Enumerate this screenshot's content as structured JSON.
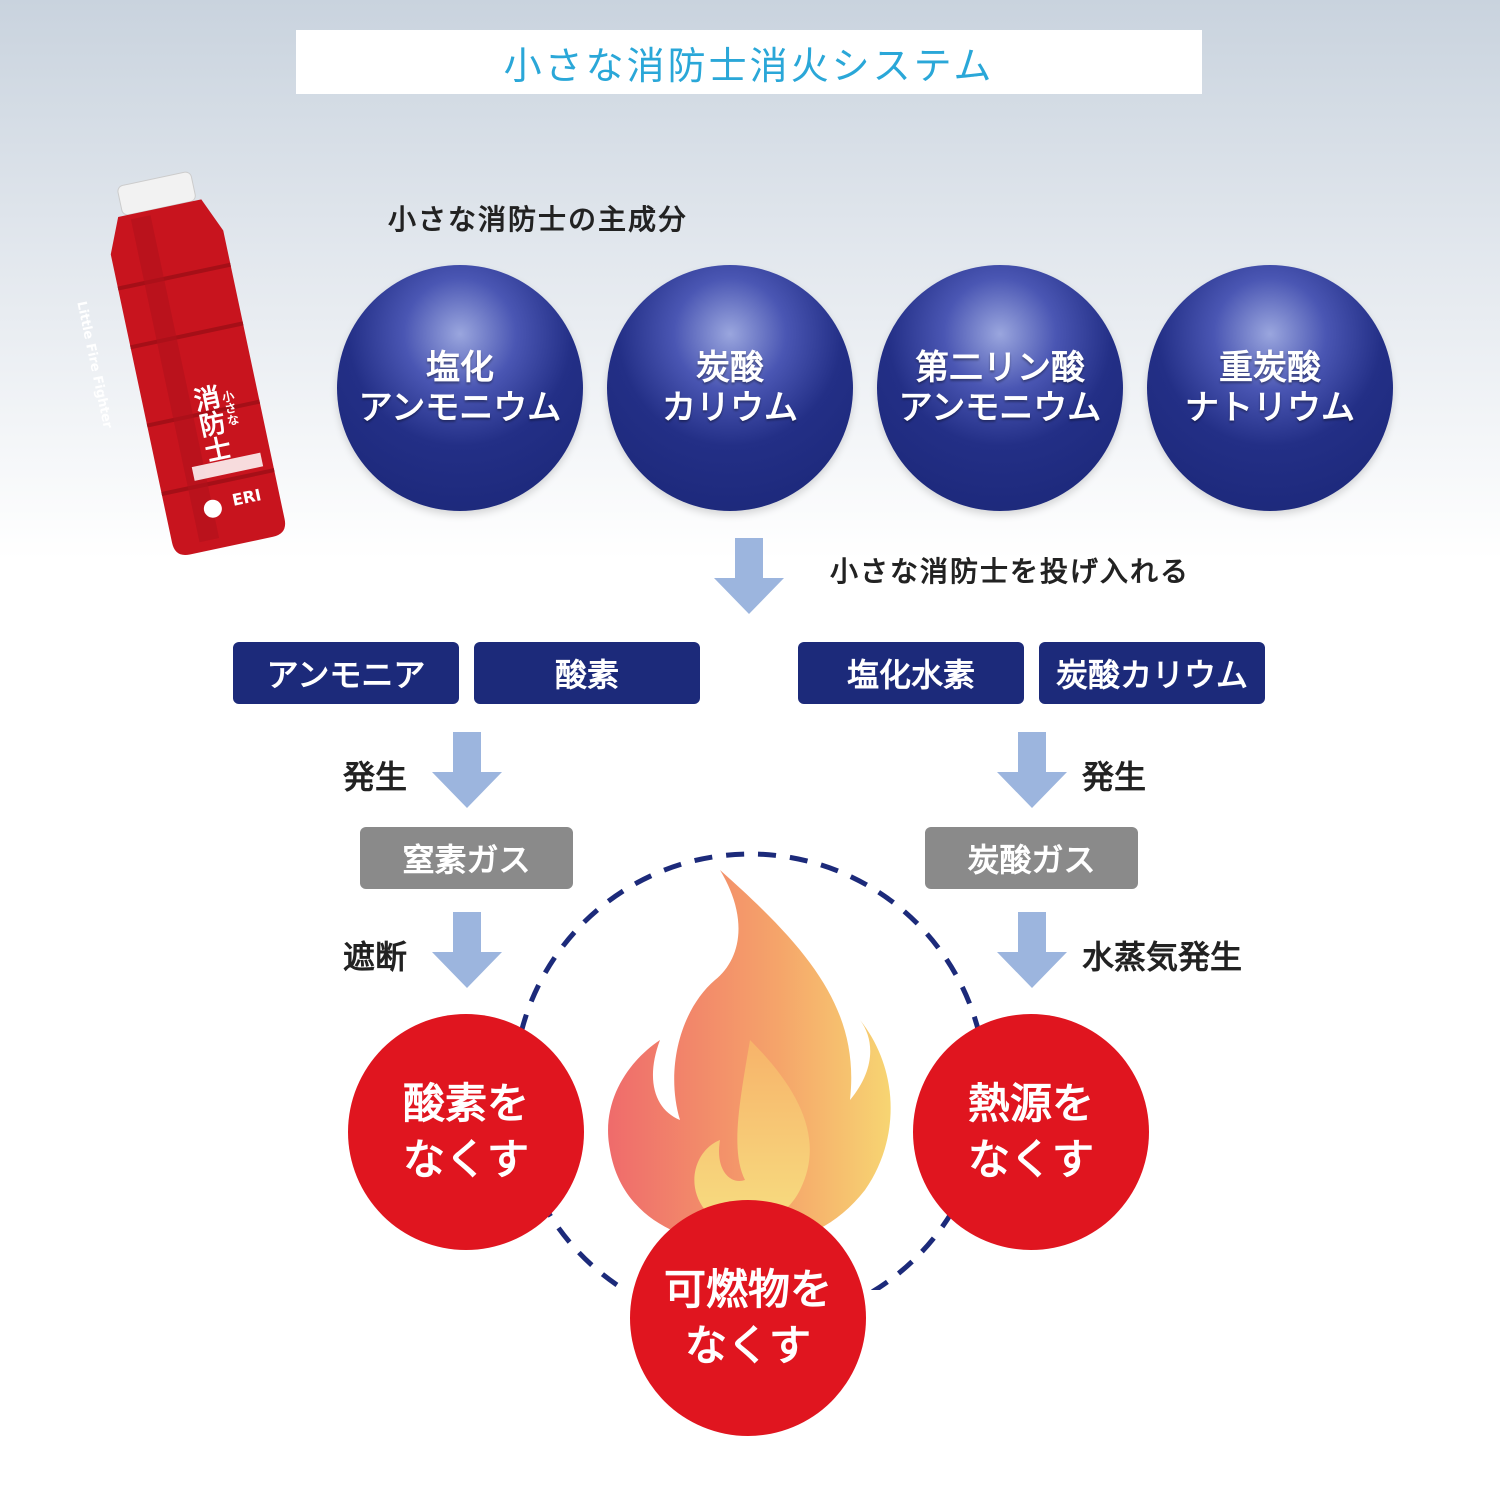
{
  "title": "小さな消防士消火システム",
  "ingredients_heading": "小さな消防士の主成分",
  "ingredients": [
    {
      "line1": "塩化",
      "line2": "アンモニウム"
    },
    {
      "line1": "炭酸",
      "line2": "カリウム"
    },
    {
      "line1": "第二リン酸",
      "line2": "アンモニウム"
    },
    {
      "line1": "重炭酸",
      "line2": "ナトリウム"
    }
  ],
  "throw_label": "小さな消防士を投げ入れる",
  "products_left": [
    "アンモニア",
    "酸素"
  ],
  "products_right": [
    "塩化水素",
    "炭酸カリウム"
  ],
  "left_chain": {
    "step1": "発生",
    "gas": "窒素ガス",
    "step2": "遮断"
  },
  "right_chain": {
    "step1": "発生",
    "gas": "炭酸ガス",
    "step2": "水蒸気発生"
  },
  "results": {
    "oxygen": {
      "line1": "酸素を",
      "line2": "なくす"
    },
    "fuel": {
      "line1": "可燃物を",
      "line2": "なくす"
    },
    "heat": {
      "line1": "熱源を",
      "line2": "なくす"
    }
  },
  "product_image": {
    "brand_text": "Little Fire Fighter",
    "logo_text": "消防士",
    "logo_small": "小さな",
    "maker": "ERI"
  },
  "colors": {
    "title_text": "#2aa7d8",
    "navy": "#1c2a7a",
    "grey_box": "#8a8a8a",
    "arrow": "#9cb5de",
    "red": "#e0151f",
    "bottle_red": "#c8141e"
  },
  "icons": [
    "down-arrow-icon",
    "flame-icon",
    "dashed-cycle-ring"
  ]
}
